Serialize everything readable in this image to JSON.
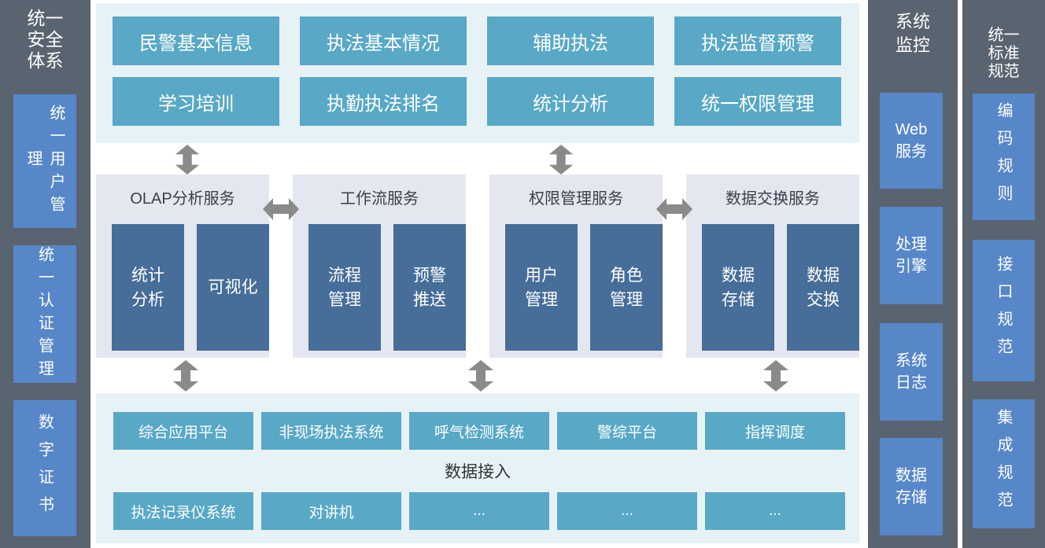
{
  "colors": {
    "slate_column": "#5a6370",
    "cornflower_box": "#5787c9",
    "teal_box": "#58a8c6",
    "cyan_section_bg": "#e7f2f6",
    "panel_bg": "#e4e7ef",
    "service_box": "#476d99",
    "arrow_gray": "#8a8a8a",
    "title_text": "#3b3f49"
  },
  "left_sidebar": {
    "title": "统一\n安全\n体系",
    "items": [
      {
        "label": "统一用户管理"
      },
      {
        "label": "统一认证管理"
      },
      {
        "label": "数字证书"
      }
    ]
  },
  "app_layer": {
    "items": [
      {
        "label": "民警基本信息"
      },
      {
        "label": "执法基本情况"
      },
      {
        "label": "辅助执法"
      },
      {
        "label": "执法监督预警"
      },
      {
        "label": "学习培训"
      },
      {
        "label": "执勤执法排名"
      },
      {
        "label": "统计分析"
      },
      {
        "label": "统一权限管理"
      }
    ]
  },
  "service_layer": {
    "groups": [
      {
        "title": "OLAP分析服务",
        "items": [
          {
            "label": "统计\n分析"
          },
          {
            "label": "可视化"
          }
        ]
      },
      {
        "title": "工作流服务",
        "items": [
          {
            "label": "流程\n管理"
          },
          {
            "label": "预警\n推送"
          }
        ]
      },
      {
        "title": "权限管理服务",
        "items": [
          {
            "label": "用户\n管理"
          },
          {
            "label": "角色\n管理"
          }
        ]
      },
      {
        "title": "数据交换服务",
        "items": [
          {
            "label": "数据\n存储"
          },
          {
            "label": "数据\n交换"
          }
        ]
      }
    ]
  },
  "access_layer": {
    "label": "数据接入",
    "row1": [
      {
        "label": "综合应用平台"
      },
      {
        "label": "非现场执法系统"
      },
      {
        "label": "呼气检测系统"
      },
      {
        "label": "警综平台"
      },
      {
        "label": "指挥调度"
      }
    ],
    "row2": [
      {
        "label": "执法记录仪系统"
      },
      {
        "label": "对讲机"
      },
      {
        "label": "..."
      },
      {
        "label": "..."
      },
      {
        "label": "..."
      }
    ]
  },
  "monitor_column": {
    "title": "系统\n监控",
    "items": [
      {
        "label": "Web\n服务"
      },
      {
        "label": "处理\n引擎"
      },
      {
        "label": "系统\n日志"
      },
      {
        "label": "数据\n存储"
      }
    ]
  },
  "standards_column": {
    "title": "统一\n标准\n规范",
    "items": [
      {
        "label": "编码规则"
      },
      {
        "label": "接口规范"
      },
      {
        "label": "集成规范"
      }
    ]
  }
}
